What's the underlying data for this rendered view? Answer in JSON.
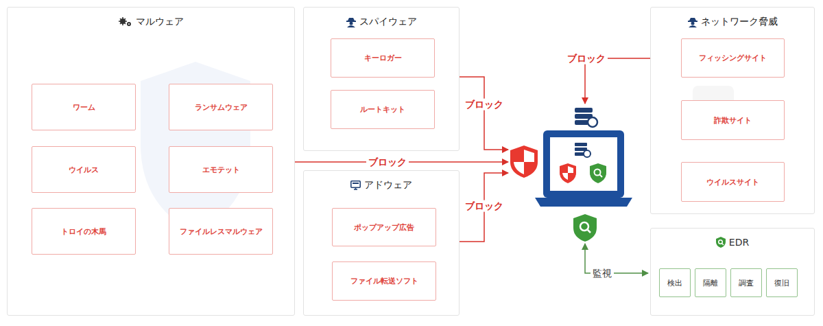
{
  "diagram": {
    "nodes": [
      {
        "text": [
          "マルウェア"
        ]
      },
      {
        "text": [
          "ワーム"
        ],
        "in": 0
      },
      {
        "text": [
          "ランサムウェア"
        ],
        "in": 0
      },
      {
        "text": [
          "ウイルス"
        ],
        "in": 0
      },
      {
        "text": [
          "エモテット"
        ],
        "in": 0
      },
      {
        "text": [
          "トロイの木馬"
        ],
        "in": 0
      },
      {
        "text": [
          "ファイルレスマルウェア"
        ],
        "in": 0
      },
      {
        "text": [
          "スパイウェア"
        ]
      },
      {
        "text": [
          "キーロガー"
        ],
        "in": 7
      },
      {
        "text": [
          "ルートキット"
        ],
        "in": 7
      },
      {
        "text": [
          "アドウェア"
        ]
      },
      {
        "text": [
          "ポップアップ広告"
        ],
        "in": 10
      },
      {
        "text": [
          "ファイル転送ソフト"
        ],
        "in": 10
      },
      {
        "text": [
          "ネットワーク脅威"
        ]
      },
      {
        "text": [
          "フィッシングサイト"
        ],
        "in": 13
      },
      {
        "text": [
          "詐欺サイト"
        ],
        "in": 13
      },
      {
        "text": [
          "ウイルスサイト"
        ],
        "in": 13
      },
      {
        "text": [
          "EDR"
        ]
      },
      {
        "text": [
          "検出"
        ],
        "in": 17
      },
      {
        "text": [
          "隔離"
        ],
        "in": 17
      },
      {
        "text": [
          "調査"
        ],
        "in": 17
      },
      {
        "text": [
          "復旧"
        ],
        "in": 17
      }
    ],
    "labels": [
      "ブロック",
      "ブロック",
      "ブロック",
      "ブロック",
      "監視"
    ]
  }
}
